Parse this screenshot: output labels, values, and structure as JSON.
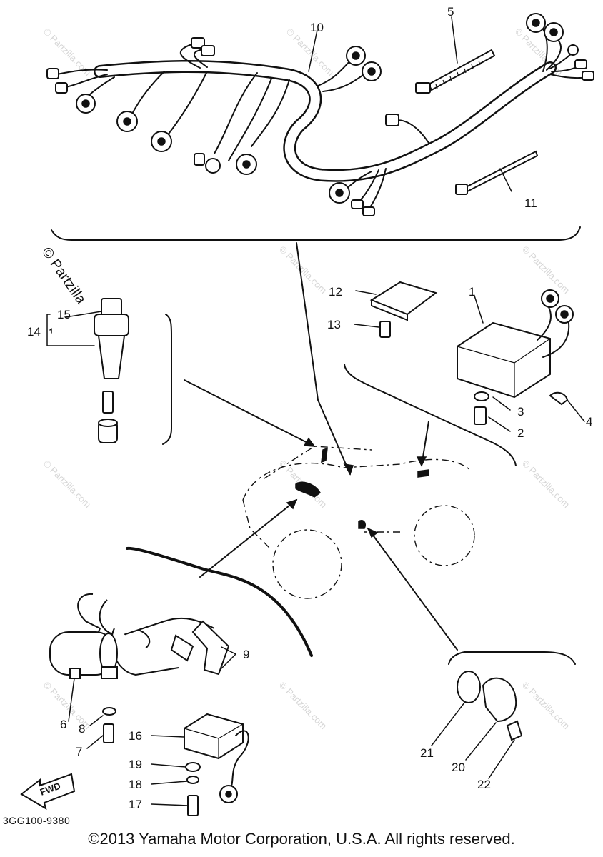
{
  "watermark": "© Partzilla.com",
  "watermark_side": "© Partzilla",
  "diagram_code": "3GG100-9380",
  "fwd_label": "FWD",
  "copyright": "©2013 Yamaha Motor Corporation, U.S.A. All rights reserved.",
  "callouts": {
    "c1": "1",
    "c2": "2",
    "c3": "3",
    "c4": "4",
    "c5": "5",
    "c6": "6",
    "c7": "7",
    "c8": "8",
    "c9": "9",
    "c10": "10",
    "c11": "11",
    "c12": "12",
    "c13": "13",
    "c14": "14",
    "c15": "15",
    "c16": "16",
    "c17": "17",
    "c18": "18",
    "c19": "19",
    "c20": "20",
    "c21": "21",
    "c22": "22"
  }
}
